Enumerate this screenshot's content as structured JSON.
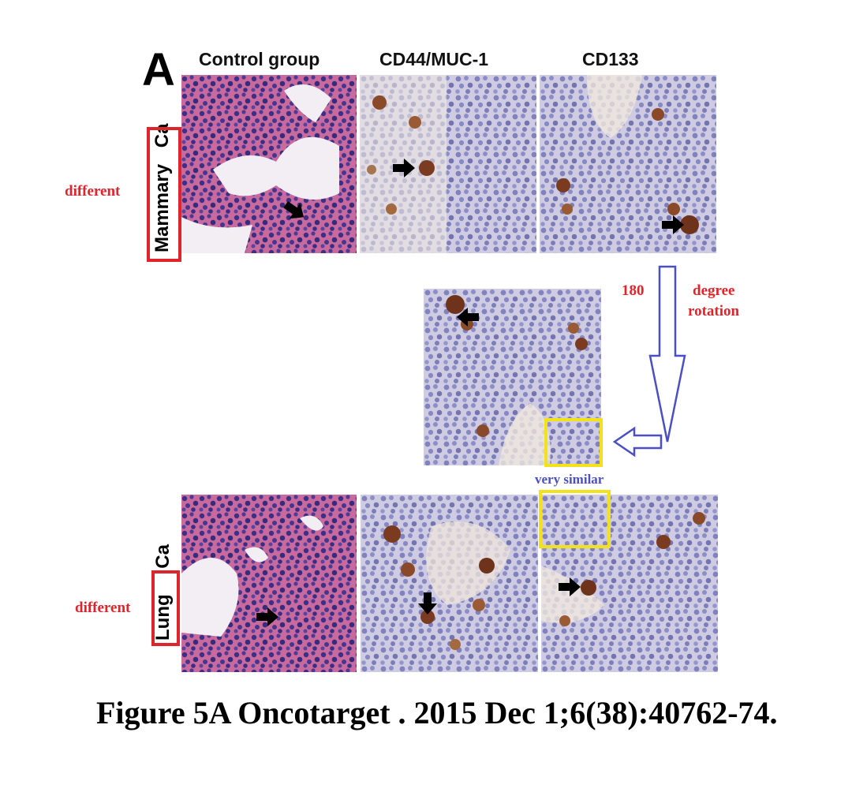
{
  "figure": {
    "panel_letter": "A",
    "columns": [
      "Control group",
      "CD44/MUC-1",
      "CD133"
    ],
    "rows": {
      "top": {
        "label_boxed": "Mammary",
        "label_rest": "Ca"
      },
      "bottom": {
        "label_boxed": "Lung",
        "label_rest": "Ca"
      }
    },
    "panels": {
      "top_control": "H&E stained tissue, control group, mammary carcinoma",
      "top_cd44": "IHC stained tissue, CD44/MUC-1, mammary carcinoma",
      "top_cd133": "IHC stained tissue, CD133, mammary carcinoma",
      "rotated": "CD133 mammary panel rotated 180 degrees",
      "bottom_control": "H&E stained tissue, control group, lung carcinoma",
      "bottom_cd44": "IHC stained tissue, CD44/MUC-1, lung carcinoma",
      "bottom_cd133": "IHC stained tissue, CD133, lung carcinoma"
    }
  },
  "annotations": {
    "top_different": "different",
    "bottom_different": "different",
    "rotation_number": "180",
    "rotation_word1": "degree",
    "rotation_word2": "rotation",
    "very_similar": "very similar"
  },
  "caption": "Figure 5A Oncotarget . 2015 Dec 1;6(38):40762-74.",
  "colors": {
    "annotation_red": "#e0242c",
    "highlight_yellow": "#f2e21c",
    "arrow_blue": "#4a4fc4"
  }
}
